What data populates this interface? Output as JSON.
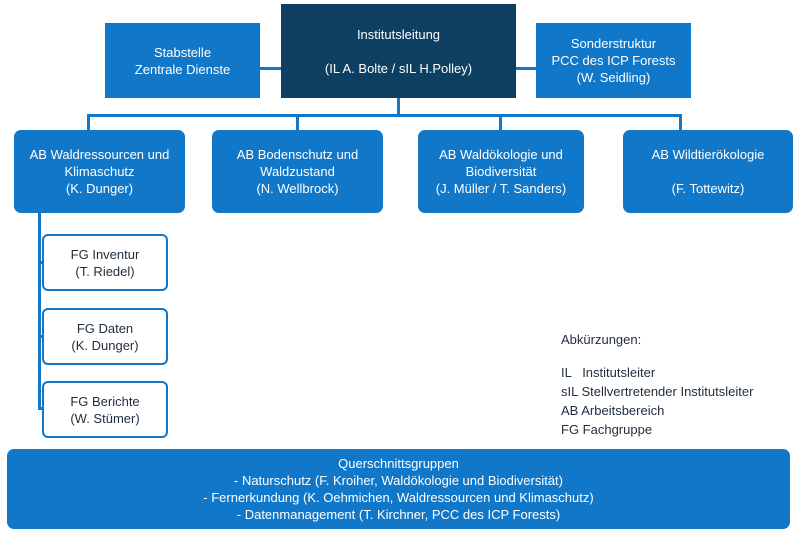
{
  "top": {
    "director": {
      "title": "Institutsleitung",
      "people": "(IL A. Bolte / sIL H.Polley)"
    },
    "staff": {
      "line1": "Stabstelle",
      "line2": "Zentrale Dienste"
    },
    "special": {
      "line1": "Sonderstruktur",
      "line2": "PCC  des ICP Forests",
      "line3": "(W. Seidling)"
    }
  },
  "divisions": [
    {
      "line1": "AB Waldressourcen und",
      "line2": "Klimaschutz",
      "line3": "(K. Dunger)"
    },
    {
      "line1": "AB Bodenschutz und",
      "line2": "Waldzustand",
      "line3": "(N. Wellbrock)"
    },
    {
      "line1": "AB Waldökologie und",
      "line2": "Biodiversität",
      "line3": "(J. Müller / T. Sanders)"
    },
    {
      "line1": "AB Wildtierökologie",
      "line2": "",
      "line3": "(F. Tottewitz)"
    }
  ],
  "groups": [
    {
      "line1": "FG Inventur",
      "line2": "(T. Riedel)"
    },
    {
      "line1": "FG Daten",
      "line2": "(K. Dunger)"
    },
    {
      "line1": "FG Berichte",
      "line2": "(W. Stümer)"
    }
  ],
  "abbreviations": {
    "heading": "Abkürzungen:",
    "items": [
      "IL   Institutsleiter",
      "sIL Stellvertretender Institutsleiter",
      "AB Arbeitsbereich",
      "FG Fachgruppe"
    ]
  },
  "cross": {
    "title": "Querschnittsgruppen",
    "items": [
      "- Naturschutz (F. Kroiher, Waldökologie und Biodiversität)",
      "- Fernerkundung (K. Oehmichen, Waldressourcen und Klimaschutz)",
      "- Datenmanagement (T. Kirchner, PCC des ICP Forests)"
    ]
  }
}
